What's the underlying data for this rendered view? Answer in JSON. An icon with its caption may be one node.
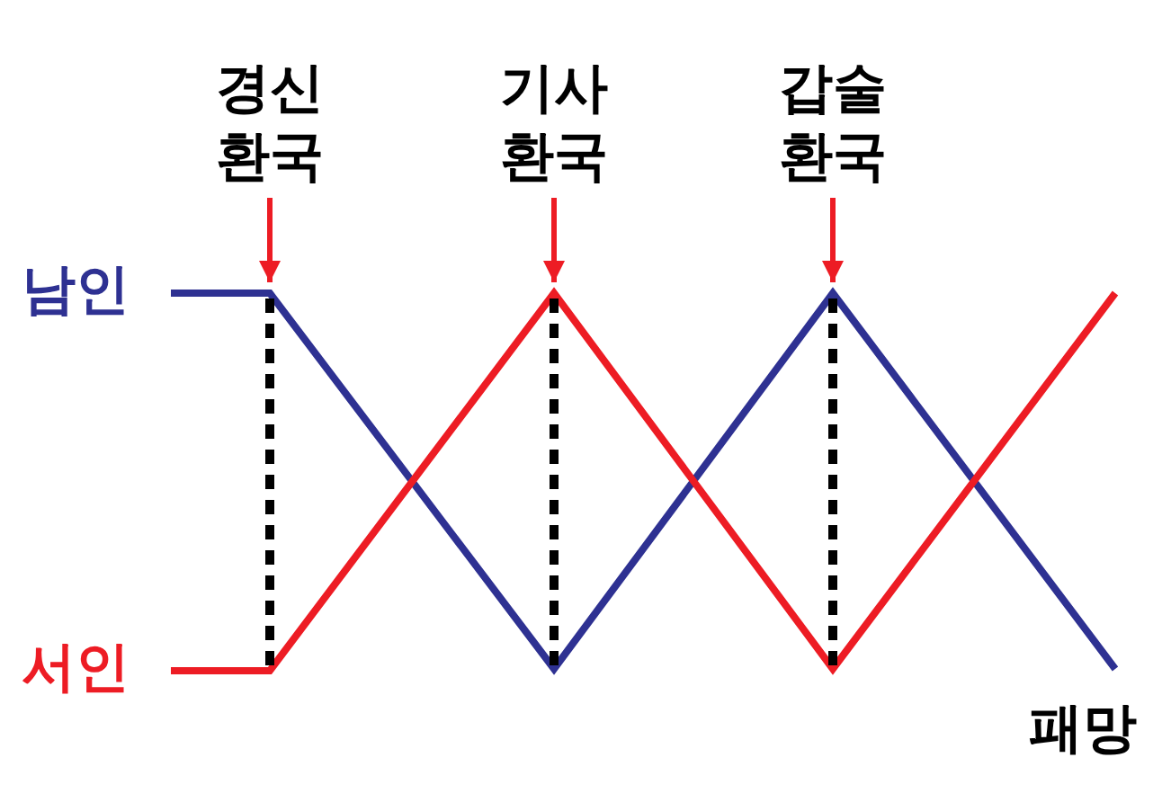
{
  "diagram": {
    "nodes": [
      {
        "text": [
          "경신 환국"
        ]
      },
      {
        "text": [
          "기사 환국"
        ]
      },
      {
        "text": [
          "갑술 환국"
        ]
      }
    ],
    "edges": [
      {
        "from": 0,
        "to": null,
        "arrow": "to"
      },
      {
        "from": 1,
        "to": null,
        "arrow": "to"
      },
      {
        "from": 2,
        "to": null,
        "arrow": "to"
      }
    ],
    "labels": [
      "남인",
      "서인",
      "패망"
    ]
  }
}
